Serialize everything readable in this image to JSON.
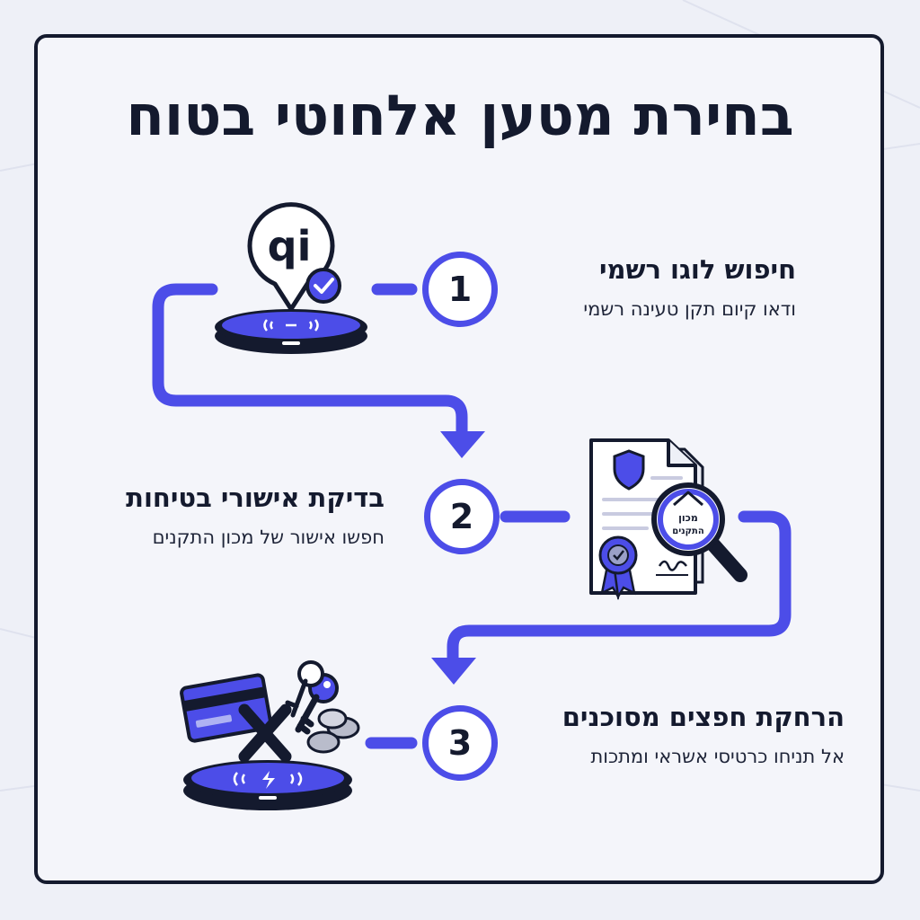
{
  "title": "בחירת מטען אלחוטי בטוח",
  "colors": {
    "accent": "#4c4de8",
    "ink": "#141a2e",
    "background": "#f4f5fa"
  },
  "steps": [
    {
      "number": "1",
      "title": "חיפוש לוגו רשמי",
      "description": "ודאו קיום תקן טעינה רשמי",
      "icon": "qi-charger-icon"
    },
    {
      "number": "2",
      "title": "בדיקת אישורי בטיחות",
      "description": "חפשו אישור של מכון התקנים",
      "icon": "certificate-magnifier-icon"
    },
    {
      "number": "3",
      "title": "הרחקת חפצים מסוכנים",
      "description": "אל תניחו כרטיסי אשראי ומתכות",
      "icon": "no-metal-objects-icon"
    }
  ],
  "icons": {
    "qi_logo_text": "qi",
    "standards_seal_text": [
      "מכון",
      "התקנים"
    ]
  }
}
